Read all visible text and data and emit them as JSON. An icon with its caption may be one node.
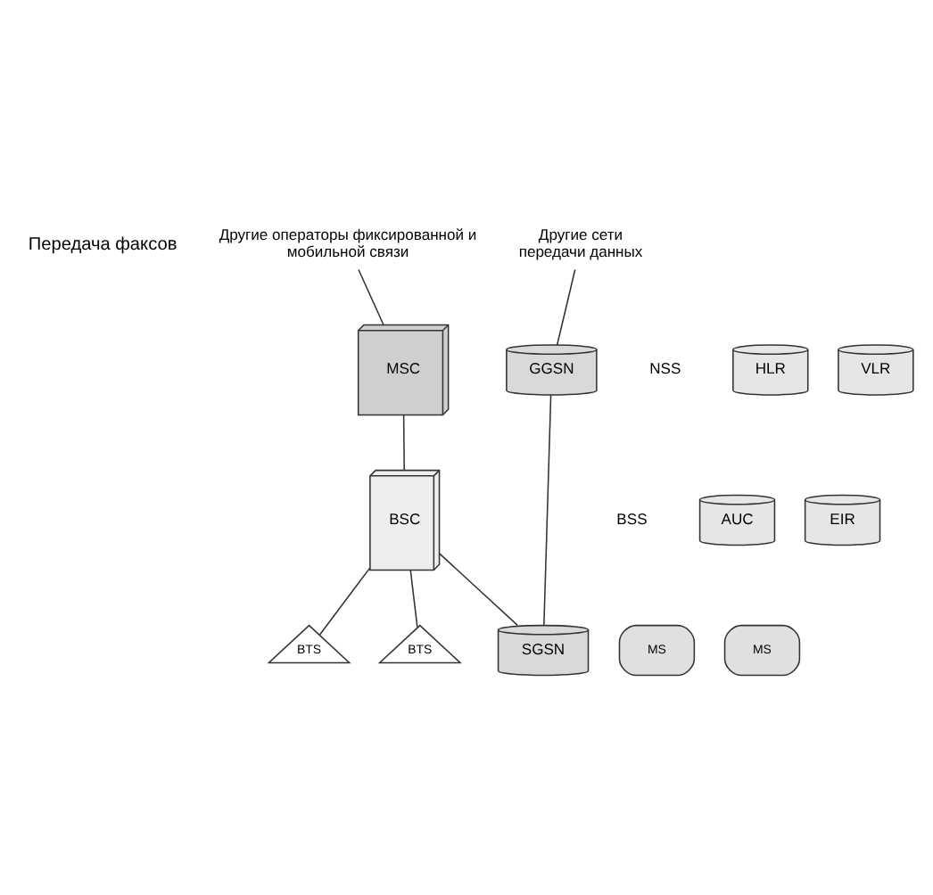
{
  "diagram": {
    "nodes": [
      {
        "text": [
          "Другие операторы фиксированной и мобильной связи"
        ]
      },
      {
        "text": [
          "HLR"
        ]
      },
      {
        "text": [
          "VLR"
        ]
      },
      {
        "text": [
          "MSC"
        ]
      },
      {
        "text": [
          "AUC"
        ]
      },
      {
        "text": [
          "Другие сети передачи данных"
        ]
      },
      {
        "text": [
          "EIR"
        ]
      },
      {
        "text": [
          "BSC"
        ]
      },
      {
        "text": [
          "GGSN"
        ]
      },
      {
        "text": [
          "BTS"
        ]
      },
      {
        "text": [
          "SGSN"
        ]
      },
      {
        "text": [
          "BTS"
        ]
      },
      {
        "text": [
          "MS"
        ]
      },
      {
        "text": [
          "MS"
        ]
      }
    ],
    "edges": [
      {
        "from": 0,
        "to": 3,
        "arrow": "none"
      },
      {
        "from": 3,
        "to": 7,
        "arrow": "none"
      },
      {
        "from": 7,
        "to": 9,
        "arrow": "none"
      },
      {
        "from": 7,
        "to": 11,
        "arrow": "none"
      },
      {
        "from": 7,
        "to": 10,
        "arrow": "none"
      },
      {
        "from": 5,
        "to": 8,
        "arrow": "none"
      },
      {
        "from": 8,
        "to": 10,
        "arrow": "none"
      }
    ],
    "labels": [
      "Передача факсов",
      "NSS",
      "BSS"
    ]
  }
}
